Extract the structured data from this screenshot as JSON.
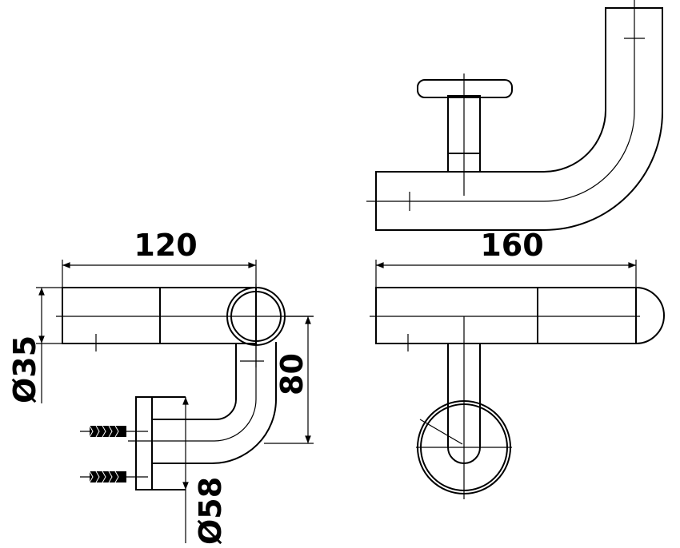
{
  "drawing": {
    "dimensions": {
      "width_left": "120",
      "width_right": "160",
      "tube_diameter": "Ø35",
      "height": "80",
      "flange_diameter": "Ø58"
    },
    "colors": {
      "line": "#000000",
      "background": "#ffffff"
    }
  }
}
